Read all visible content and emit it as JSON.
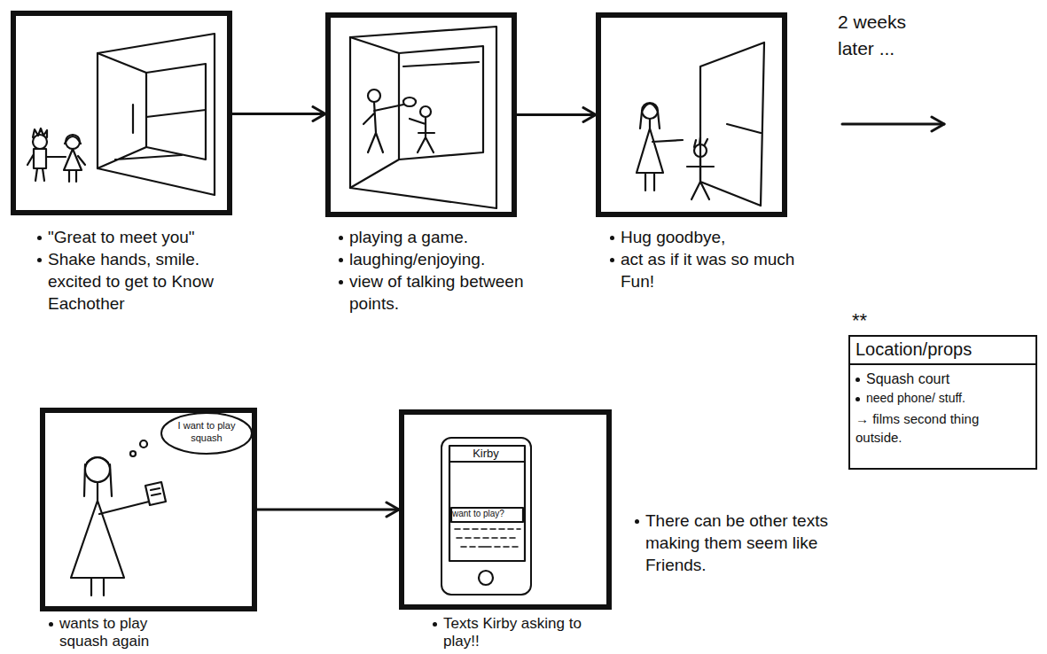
{
  "diagram": {
    "nodes": [
      {
        "text": [
          "\"Great to meet you\"",
          "Shake hands, smile. excited to get to Know Eachother"
        ]
      },
      {
        "text": [
          "playing a game.",
          "laughing/enjoying.",
          "view of talking between points."
        ]
      },
      {
        "text": [
          "Hug goodbye,",
          "act as if it was so much Fun!"
        ]
      },
      {
        "text": [
          "wants to play squash again"
        ]
      },
      {
        "text": [
          "I want to play squash"
        ],
        "in": 3
      },
      {
        "text": [
          "Texts Kirby asking to play!!"
        ]
      },
      {
        "text": [
          "Kirby",
          "want to play?"
        ],
        "in": 5
      },
      {
        "text": [
          "**",
          "Location/props",
          "Squash court",
          "need phone/ stuff.",
          "→ films second thing outside."
        ]
      }
    ],
    "edges": [
      {
        "from": 0,
        "to": 1,
        "arrow": "to"
      },
      {
        "from": 1,
        "to": 2,
        "arrow": "to"
      },
      {
        "from": 3,
        "to": 5,
        "arrow": "to"
      }
    ],
    "labels": [
      "2 weeks later ...",
      "There can be other texts making them seem like Friends."
    ]
  }
}
